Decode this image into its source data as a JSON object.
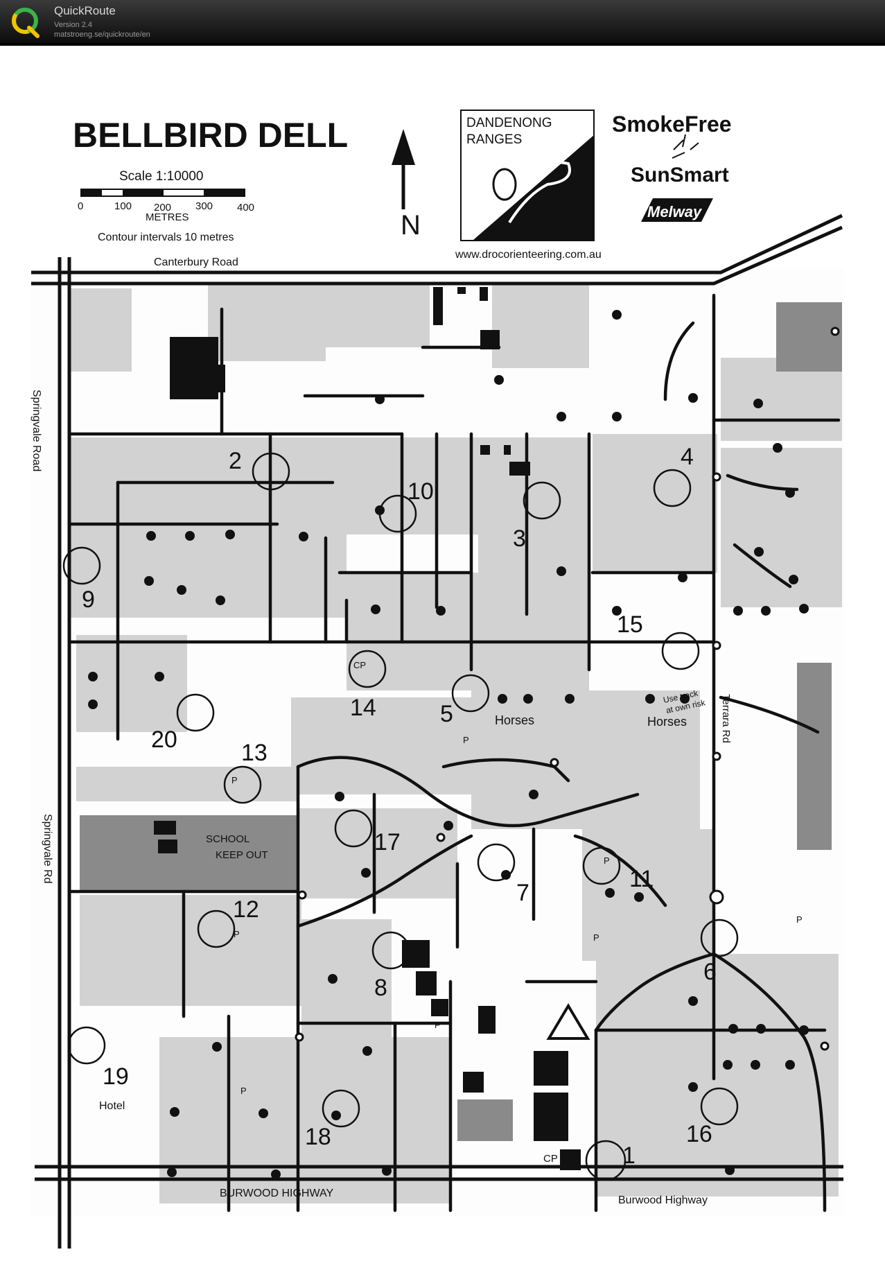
{
  "app": {
    "name": "QuickRoute",
    "version": "Version 2.4",
    "url": "matstroeng.se/quickroute/en"
  },
  "map": {
    "title": "BELLBIRD DELL",
    "scale": "Scale 1:10000",
    "scale_ticks": [
      "0",
      "100",
      "200",
      "300",
      "400"
    ],
    "scale_unit": "METRES",
    "contour_note": "Contour intervals 10 metres",
    "north_label": "N",
    "club_logo_text": [
      "DANDENONG",
      "RANGES"
    ],
    "club_url": "www.drocorienteering.com.au",
    "sponsors": [
      "SmokeFree",
      "SunSmart",
      "Melway"
    ],
    "roads": {
      "canterbury": "Canterbury Road",
      "springvale_top": "Springvale Road",
      "springvale_bottom": "Springvale Rd",
      "burwood_left": "BURWOOD HIGHWAY",
      "burwood_right": "Burwood Highway",
      "terrara": "Terrara Rd"
    },
    "labels": {
      "school_line1": "SCHOOL",
      "school_line2": "KEEP OUT",
      "horses": "Horses",
      "track_line1": "Use track",
      "track_line2": "at own risk",
      "hotel": "Hotel",
      "carpark": "CP",
      "parking": "P"
    },
    "controls": [
      "1",
      "2",
      "3",
      "4",
      "5",
      "6",
      "7",
      "8",
      "9",
      "10",
      "11",
      "12",
      "13",
      "14",
      "15",
      "16",
      "17",
      "18",
      "19",
      "20"
    ],
    "colors": {
      "ink": "#111111",
      "vegetation": "#d0d0d0",
      "dark_veg": "#8a8a8a",
      "app_accent": "#f2c200",
      "app_green": "#3bb34a"
    }
  }
}
